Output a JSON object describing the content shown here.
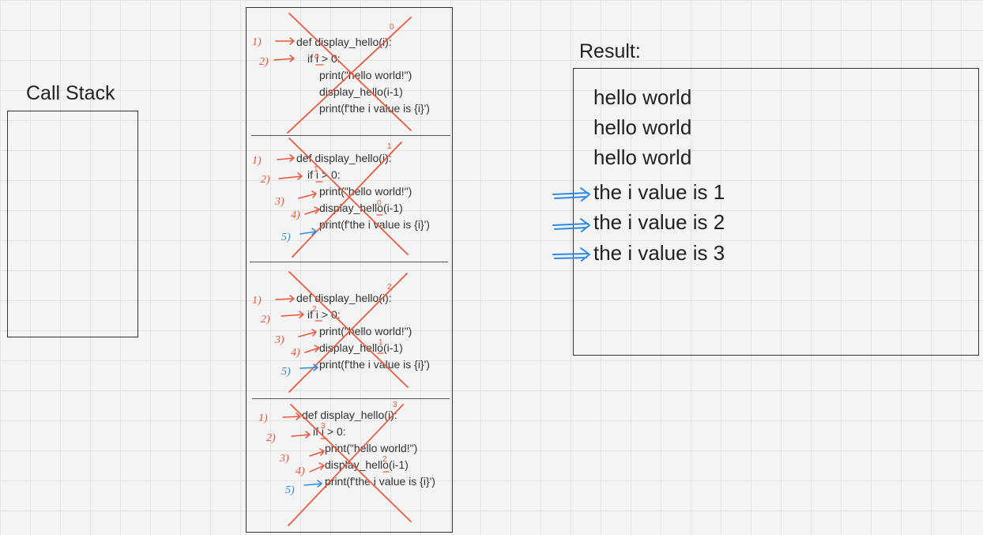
{
  "call_stack": {
    "title": "Call Stack"
  },
  "frames": [
    {
      "lines": [
        "def display_hello(i):",
        "if i > 0:",
        "print(\"hello world!\")",
        "display_hello(i-1)",
        "print(f'the i value is {i}')"
      ],
      "i_value": "0",
      "i_minus_1": "",
      "step_labels": [
        "1)",
        "2)"
      ]
    },
    {
      "lines": [
        "def display_hello(i):",
        "if i > 0:",
        "print(\"hello world!\")",
        "display_hello(i-1)",
        "print(f'the i value is {i}')"
      ],
      "i_value": "1",
      "i_minus_1": "0",
      "step_labels": [
        "1)",
        "2)",
        "3)",
        "4)",
        "5)"
      ]
    },
    {
      "lines": [
        "def display_hello(i):",
        "if i > 0:",
        "print(\"hello world!\")",
        "display_hello(i-1)",
        "print(f'the i value is {i}')"
      ],
      "i_value": "2",
      "i_minus_1": "1",
      "step_labels": [
        "1)",
        "2)",
        "3)",
        "4)",
        "5)"
      ]
    },
    {
      "lines": [
        "def display_hello(i):",
        "if i > 0:",
        "print(\"hello world!\")",
        "display_hello(i-1)",
        "print(f'the i value is {i}')"
      ],
      "i_value": "3",
      "i_minus_1": "2",
      "step_labels": [
        "1)",
        "2)",
        "3)",
        "4)",
        "5)"
      ]
    }
  ],
  "result": {
    "title": "Result:",
    "lines": [
      "hello world",
      "hello world",
      "hello world",
      "the i value is 1",
      "the i value is 2",
      "the i value is 3"
    ]
  },
  "colors": {
    "cross": "#e8553a",
    "step_arrow": "#e8553a",
    "blue_step": "#2d8ae8",
    "result_arrow": "#2d8ae8"
  }
}
